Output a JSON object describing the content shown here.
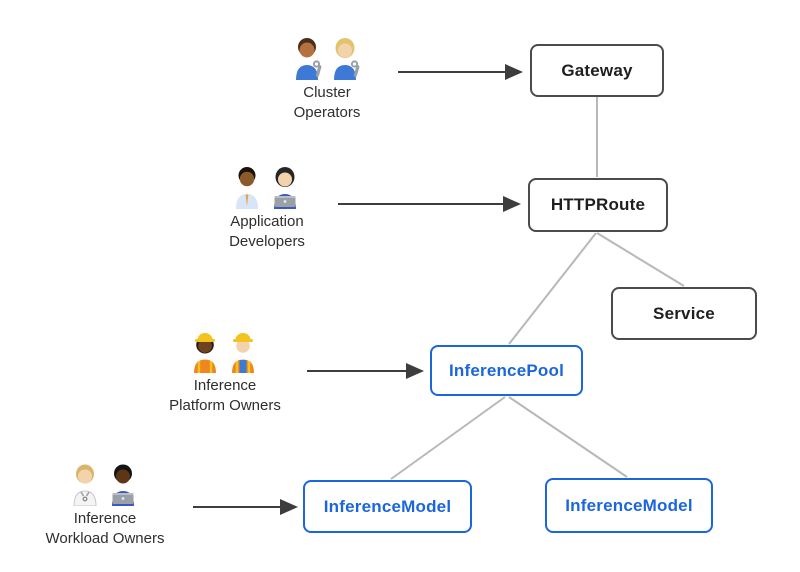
{
  "diagram": {
    "background": "#ffffff",
    "colors": {
      "core_box_border": "#4b4b4b",
      "core_box_text": "#1f1f1f",
      "inference_box_border": "#1b66dd",
      "inference_box_text": "#1b66dd",
      "relation_line": "#b8b8b8",
      "actor_arrow": "#3d3d3d",
      "actor_label_text": "#2e2e2e"
    },
    "actors": [
      {
        "id": "cluster-operators",
        "line1": "Cluster",
        "line2": "Operators",
        "emoji": "👨🏽‍🔧 👩🏼‍🔧",
        "icon": "man-mechanic-woman-mechanic-emoji"
      },
      {
        "id": "application-developers",
        "line1": "Application",
        "line2": "Developers",
        "emoji": "👨🏾‍💼 👩🏻‍💻",
        "icon": "man-office-worker-woman-technologist-emoji"
      },
      {
        "id": "inference-platform-owners",
        "line1": "Inference",
        "line2": "Platform Owners",
        "emoji": "👷🏿‍♀️ 👷🏻",
        "icon": "woman-construction-worker-man-construction-worker-emoji"
      },
      {
        "id": "inference-workload-owners",
        "line1": "Inference",
        "line2": "Workload Owners",
        "emoji": "🧑🏼‍⚕️ 👨🏿‍💻",
        "icon": "health-worker-man-technologist-emoji"
      }
    ],
    "nodes": [
      {
        "id": "gateway",
        "label": "Gateway",
        "type": "core"
      },
      {
        "id": "httproute",
        "label": "HTTPRoute",
        "type": "core"
      },
      {
        "id": "service",
        "label": "Service",
        "type": "core"
      },
      {
        "id": "inferencepool",
        "label": "InferencePool",
        "type": "inference"
      },
      {
        "id": "inferencemodel-left",
        "label": "InferenceModel",
        "type": "inference"
      },
      {
        "id": "inferencemodel-right",
        "label": "InferenceModel",
        "type": "inference"
      }
    ],
    "edges": [
      {
        "from": "cluster-operators",
        "to": "gateway",
        "style": "arrow"
      },
      {
        "from": "application-developers",
        "to": "httproute",
        "style": "arrow"
      },
      {
        "from": "inference-platform-owners",
        "to": "inferencepool",
        "style": "arrow"
      },
      {
        "from": "inference-workload-owners",
        "to": "inferencemodel-left",
        "style": "arrow"
      },
      {
        "from": "gateway",
        "to": "httproute",
        "style": "line"
      },
      {
        "from": "httproute",
        "to": "service",
        "style": "line"
      },
      {
        "from": "httproute",
        "to": "inferencepool",
        "style": "line"
      },
      {
        "from": "inferencepool",
        "to": "inferencemodel-left",
        "style": "line"
      },
      {
        "from": "inferencepool",
        "to": "inferencemodel-right",
        "style": "line"
      }
    ]
  }
}
